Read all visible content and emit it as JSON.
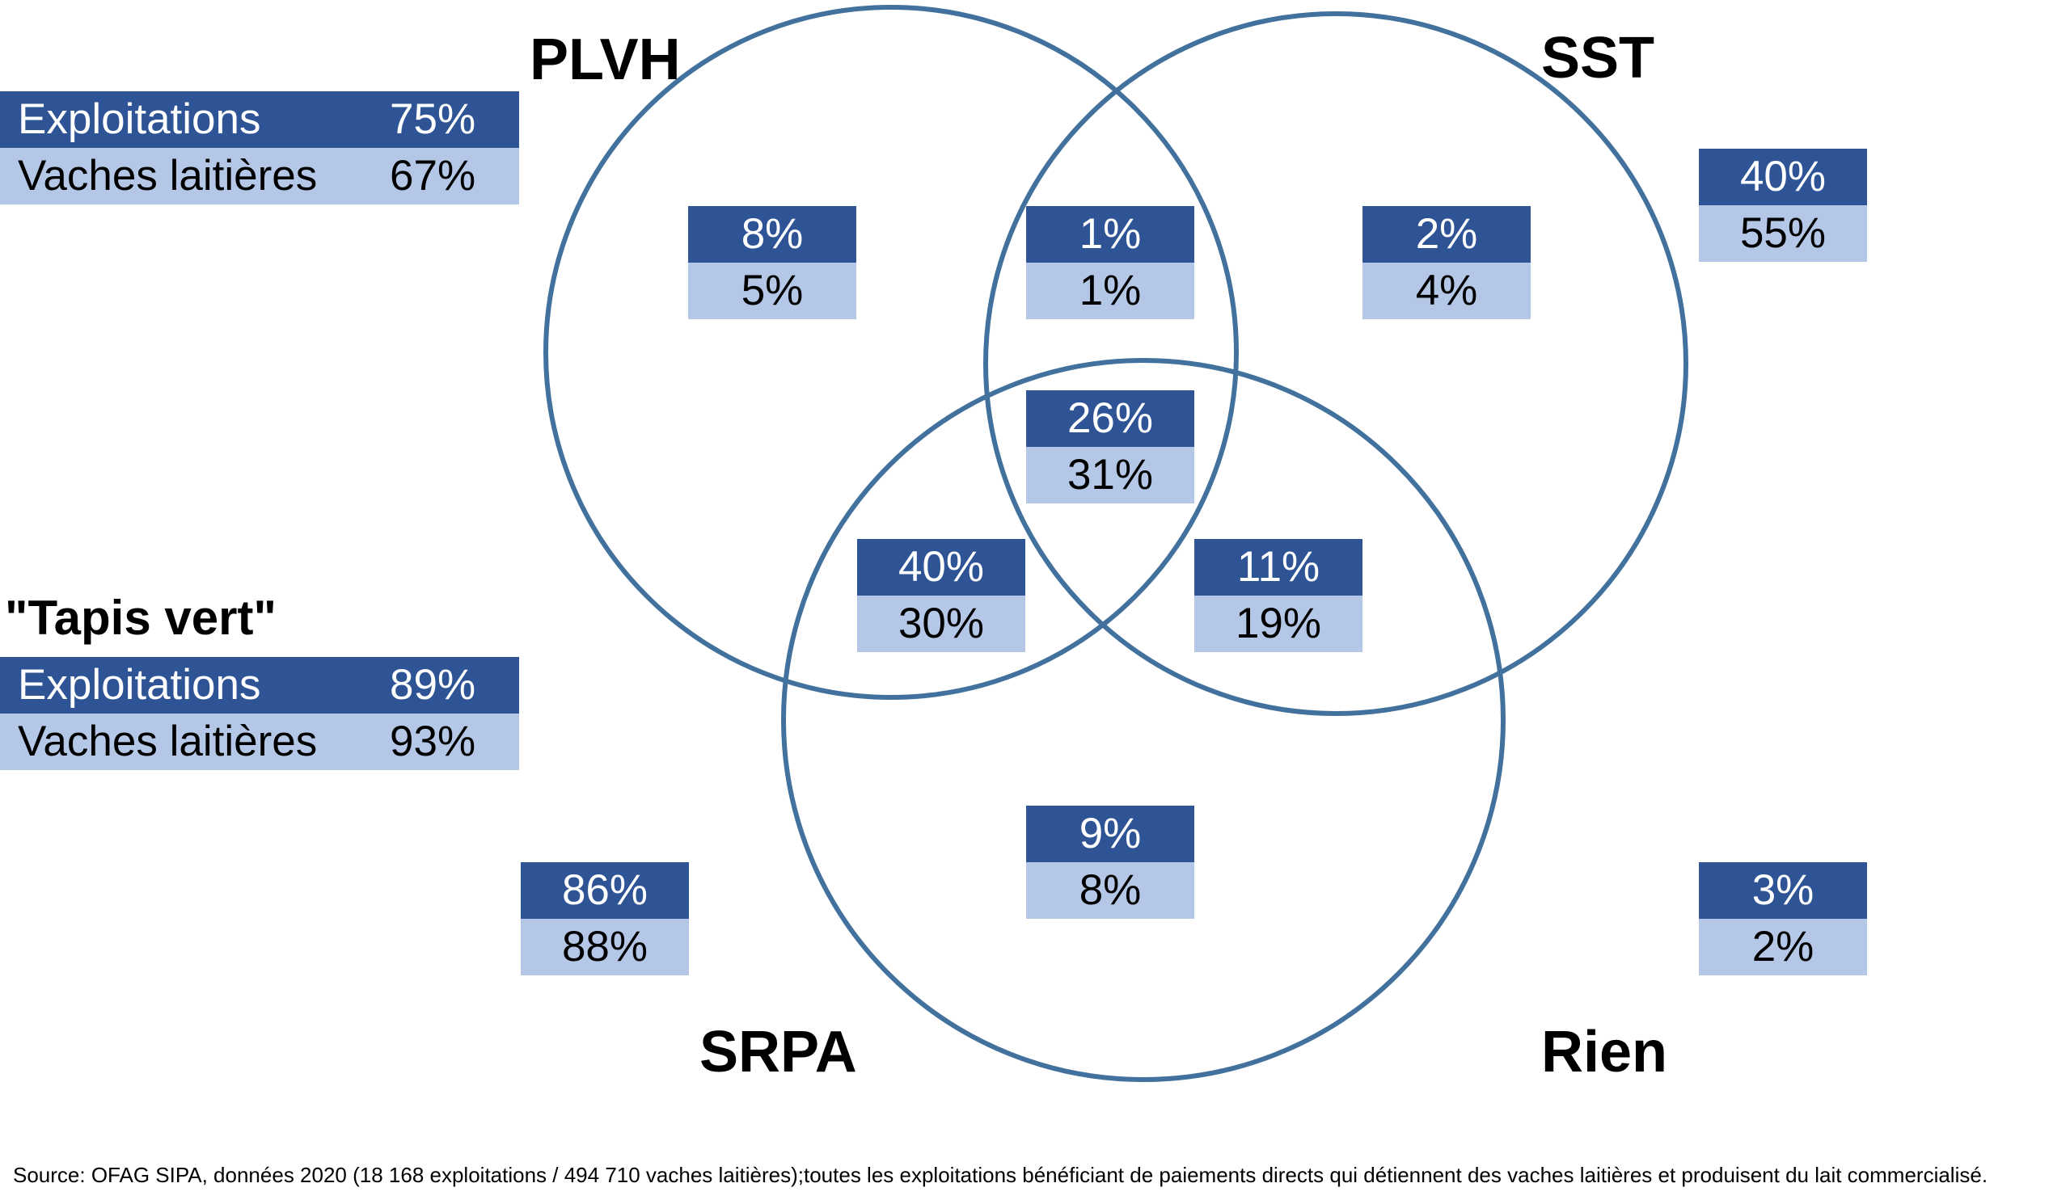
{
  "sets": {
    "plvh": "PLVH",
    "sst": "SST",
    "srpa": "SRPA",
    "rien": "Rien"
  },
  "legend_top": {
    "row1_label": "Exploitations",
    "row1_value": "75%",
    "row2_label": "Vaches laitières",
    "row2_value": "67%"
  },
  "legend_tapis": {
    "heading": "\"Tapis vert\"",
    "row1_label": "Exploitations",
    "row1_value": "89%",
    "row2_label": "Vaches laitières",
    "row2_value": "93%"
  },
  "regions": {
    "plvh_only": {
      "exploitations": "8%",
      "vaches": "5%"
    },
    "plvh_sst": {
      "exploitations": "1%",
      "vaches": "1%"
    },
    "sst_only": {
      "exploitations": "2%",
      "vaches": "4%"
    },
    "outside_sst": {
      "exploitations": "40%",
      "vaches": "55%"
    },
    "all_three": {
      "exploitations": "26%",
      "vaches": "31%"
    },
    "plvh_srpa": {
      "exploitations": "40%",
      "vaches": "30%"
    },
    "sst_srpa": {
      "exploitations": "11%",
      "vaches": "19%"
    },
    "srpa_only": {
      "exploitations": "9%",
      "vaches": "8%"
    },
    "outside_srpa": {
      "exploitations": "86%",
      "vaches": "88%"
    },
    "rien": {
      "exploitations": "3%",
      "vaches": "2%"
    }
  },
  "colors": {
    "circle_stroke": "#41719c",
    "dark_band": "#2f5496",
    "light_band": "#b4c7e7"
  },
  "source": "Source: OFAG SIPA, données 2020 (18 168 exploitations / 494 710 vaches laitières);toutes les exploitations bénéficiant de paiements directs qui détiennent des vaches laitières et produisent du lait commercialisé."
}
